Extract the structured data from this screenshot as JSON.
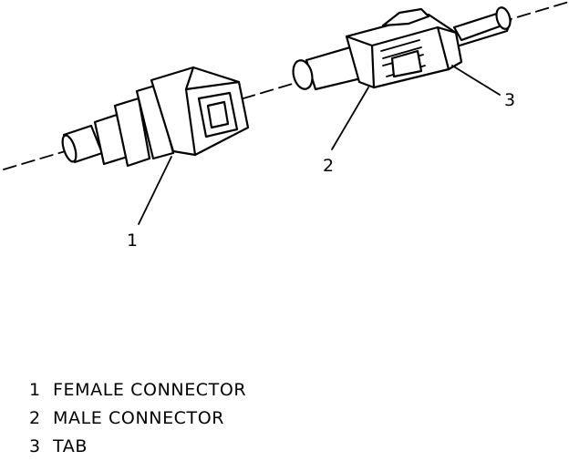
{
  "callouts": [
    {
      "number": "1",
      "name": "female-connector"
    },
    {
      "number": "2",
      "name": "male-connector"
    },
    {
      "number": "3",
      "name": "tab"
    }
  ],
  "legend": [
    {
      "number": "1",
      "label": "FEMALE CONNECTOR"
    },
    {
      "number": "2",
      "label": "MALE CONNECTOR"
    },
    {
      "number": "3",
      "label": "TAB"
    }
  ],
  "colors": {
    "ink": "#000000",
    "paper": "#ffffff"
  }
}
